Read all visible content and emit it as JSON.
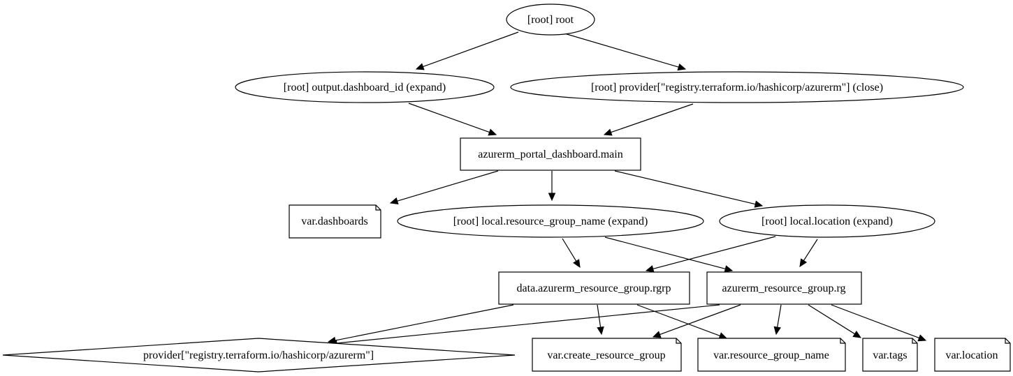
{
  "graph": {
    "nodes": {
      "root": {
        "label": "[root] root",
        "shape": "ellipse"
      },
      "output_dashboard_id": {
        "label": "[root] output.dashboard_id (expand)",
        "shape": "ellipse"
      },
      "provider_close": {
        "label": "[root] provider[\"registry.terraform.io/hashicorp/azurerm\"] (close)",
        "shape": "ellipse"
      },
      "dashboard_main": {
        "label": "azurerm_portal_dashboard.main",
        "shape": "box"
      },
      "var_dashboards": {
        "label": "var.dashboards",
        "shape": "note"
      },
      "local_rg_name": {
        "label": "[root] local.resource_group_name (expand)",
        "shape": "ellipse"
      },
      "local_location": {
        "label": "[root] local.location (expand)",
        "shape": "ellipse"
      },
      "data_rgrp": {
        "label": "data.azurerm_resource_group.rgrp",
        "shape": "box"
      },
      "rg": {
        "label": "azurerm_resource_group.rg",
        "shape": "box"
      },
      "provider": {
        "label": "provider[\"registry.terraform.io/hashicorp/azurerm\"]",
        "shape": "diamond"
      },
      "var_create_rg": {
        "label": "var.create_resource_group",
        "shape": "note"
      },
      "var_rg_name": {
        "label": "var.resource_group_name",
        "shape": "note"
      },
      "var_tags": {
        "label": "var.tags",
        "shape": "note"
      },
      "var_location": {
        "label": "var.location",
        "shape": "note"
      }
    },
    "edges": [
      {
        "from": "root",
        "to": "output_dashboard_id"
      },
      {
        "from": "root",
        "to": "provider_close"
      },
      {
        "from": "output_dashboard_id",
        "to": "dashboard_main"
      },
      {
        "from": "provider_close",
        "to": "dashboard_main"
      },
      {
        "from": "dashboard_main",
        "to": "var_dashboards"
      },
      {
        "from": "dashboard_main",
        "to": "local_rg_name"
      },
      {
        "from": "dashboard_main",
        "to": "local_location"
      },
      {
        "from": "local_rg_name",
        "to": "data_rgrp"
      },
      {
        "from": "local_rg_name",
        "to": "rg"
      },
      {
        "from": "local_location",
        "to": "data_rgrp"
      },
      {
        "from": "local_location",
        "to": "rg"
      },
      {
        "from": "data_rgrp",
        "to": "provider"
      },
      {
        "from": "data_rgrp",
        "to": "var_create_rg"
      },
      {
        "from": "data_rgrp",
        "to": "var_rg_name"
      },
      {
        "from": "rg",
        "to": "provider"
      },
      {
        "from": "rg",
        "to": "var_create_rg"
      },
      {
        "from": "rg",
        "to": "var_rg_name"
      },
      {
        "from": "rg",
        "to": "var_tags"
      },
      {
        "from": "rg",
        "to": "var_location"
      }
    ]
  }
}
